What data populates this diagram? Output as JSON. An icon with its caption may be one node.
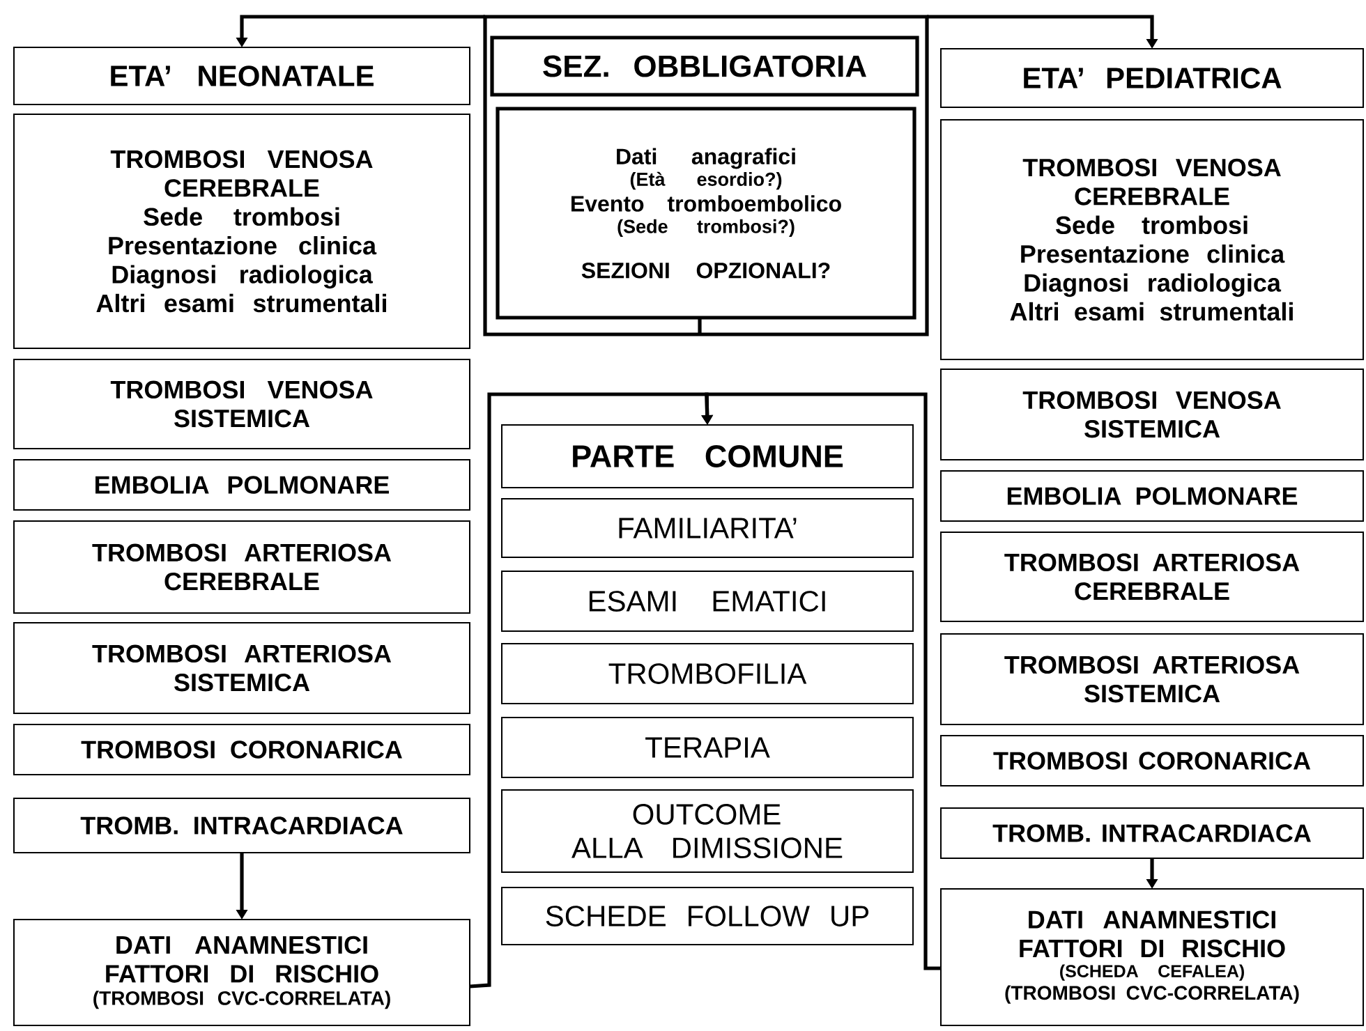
{
  "diagram": {
    "nodes": [
      {
        "text": [
          "ETA’ NEONATALE"
        ]
      },
      {
        "text": [
          "TROMBOSI VENOSA CEREBRALE",
          "Sede trombosi",
          "Presentazione clinica",
          "Diagnosi radiologica",
          "Altri esami strumentali"
        ]
      },
      {
        "text": [
          "TROMBOSI VENOSA SISTEMICA"
        ]
      },
      {
        "text": [
          "EMBOLIA POLMONARE"
        ]
      },
      {
        "text": [
          "TROMBOSI ARTERIOSA CEREBRALE"
        ]
      },
      {
        "text": [
          "TROMBOSI ARTERIOSA SISTEMICA"
        ]
      },
      {
        "text": [
          "TROMBOSI CORONARICA"
        ]
      },
      {
        "text": [
          "TROMB. INTRACARDIACA"
        ]
      },
      {
        "text": [
          "DATI ANAMNESTICI",
          "FATTORI DI RISCHIO",
          "(TROMBOSI CVC-CORRELATA)"
        ]
      },
      {
        "text": [],
        "shape": "box"
      },
      {
        "text": [
          "SEZ. OBBLIGATORIA"
        ],
        "in": 9
      },
      {
        "text": [
          "Dati anagrafici",
          "(Età esordio?)",
          "Evento tromboembolico",
          "(Sede trombosi?)",
          "SEZIONI OPZIONALI?"
        ],
        "in": 9
      },
      {
        "text": [
          "PARTE COMUNE"
        ]
      },
      {
        "text": [
          "FAMILIARITA’"
        ]
      },
      {
        "text": [
          "ESAMI EMATICI"
        ]
      },
      {
        "text": [
          "TROMBOFILIA"
        ]
      },
      {
        "text": [
          "TERAPIA"
        ]
      },
      {
        "text": [
          "OUTCOME ALLA DIMISSIONE"
        ]
      },
      {
        "text": [
          "SCHEDE FOLLOW UP"
        ]
      },
      {
        "text": [
          "ETA’ PEDIATRICA"
        ]
      },
      {
        "text": [
          "TROMBOSI VENOSA CEREBRALE",
          "Sede trombosi",
          "Presentazione clinica",
          "Diagnosi radiologica",
          "Altri esami strumentali"
        ]
      },
      {
        "text": [
          "TROMBOSI VENOSA SISTEMICA"
        ]
      },
      {
        "text": [
          "EMBOLIA POLMONARE"
        ]
      },
      {
        "text": [
          "TROMBOSI ARTERIOSA CEREBRALE"
        ]
      },
      {
        "text": [
          "TROMBOSI ARTERIOSA SISTEMICA"
        ]
      },
      {
        "text": [
          "TROMBOSI CORONARICA"
        ]
      },
      {
        "text": [
          "TROMB. INTRACARDIACA"
        ]
      },
      {
        "text": [
          "DATI ANAMNESTICI",
          "FATTORI DI RISCHIO",
          "(SCHEDA CEFALEA)",
          "(TROMBOSI CVC-CORRELATA)"
        ]
      }
    ],
    "edges": [
      {
        "from": 9,
        "to": 0,
        "arrow": "to"
      },
      {
        "from": 9,
        "to": 19,
        "arrow": "to"
      },
      {
        "from": 7,
        "to": 8,
        "arrow": "to"
      },
      {
        "from": 26,
        "to": 27,
        "arrow": "to"
      },
      {
        "from": 8,
        "to": 12,
        "arrow": "to"
      },
      {
        "from": 27,
        "to": 12,
        "arrow": "to"
      }
    ]
  }
}
